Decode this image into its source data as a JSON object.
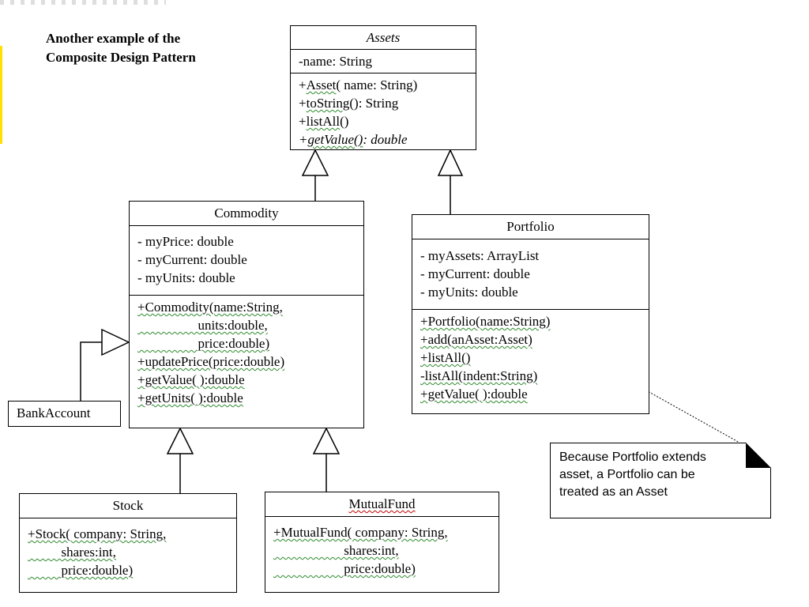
{
  "heading": {
    "line1": "Another example of the",
    "line2": "Composite Design Pattern"
  },
  "assets": {
    "name": "Assets",
    "attributes": [
      "-name: String"
    ],
    "methods": [
      {
        "prefix": "+",
        "text": "Asset",
        "rest": "( name: String)"
      },
      {
        "prefix": "+",
        "text": "toString",
        "rest": "(): String"
      },
      {
        "prefix": "+",
        "text": "listAll",
        "rest": "()"
      },
      {
        "prefix": "+",
        "text": "getValue()",
        "rest": ": double"
      }
    ]
  },
  "commodity": {
    "name": "Commodity",
    "attributes": [
      "- myPrice: double",
      "- myCurrent: double",
      "- myUnits: double"
    ],
    "methods": [
      "+Commodity(name:String,",
      "                  units:double,",
      "                  price:double)",
      "+updatePrice(price:double)",
      "+getValue( ):double",
      "+getUnits( ):double"
    ]
  },
  "portfolio": {
    "name": "Portfolio",
    "attributes": [
      "- myAssets: ArrayList",
      "- myCurrent: double",
      "- myUnits: double"
    ],
    "methods": [
      "+Portfolio(name:String)",
      "+add(anAsset:Asset)",
      "+listAll()",
      "-listAll(indent:String)",
      "+getValue( ):double"
    ]
  },
  "stock": {
    "name": "Stock",
    "methods": [
      "+Stock( company: String,",
      "          shares:int,",
      "          price:double)"
    ]
  },
  "mutualfund": {
    "name": "MutualFund",
    "methods": [
      "+MutualFund( company: String,",
      "                     shares:int,",
      "                     price:double)"
    ]
  },
  "bankaccount": {
    "name": "BankAccount"
  },
  "note": {
    "line1": "Because Portfolio extends",
    "line2": "asset, a Portfolio can be",
    "line3": "treated as an Asset"
  }
}
